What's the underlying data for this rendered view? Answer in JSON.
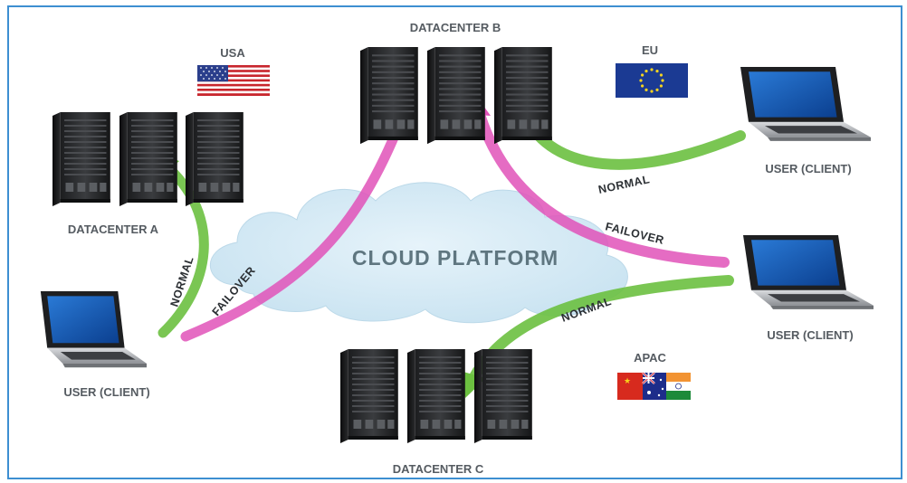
{
  "diagram": {
    "cloud_label": "CLOUD PLATFORM",
    "datacenters": {
      "a": "DATACENTER A",
      "b": "DATACENTER B",
      "c": "DATACENTER C"
    },
    "regions": {
      "usa": "USA",
      "eu": "EU",
      "apac": "APAC"
    },
    "clients": {
      "left": "USER (CLIENT)",
      "top_right": "USER (CLIENT)",
      "bottom_right": "USER (CLIENT)"
    },
    "flows": {
      "left_normal": "NORMAL",
      "left_failover": "FAILOVER",
      "top_right_normal": "NORMAL",
      "right_failover": "FAILOVER",
      "bottom_right_normal": "NORMAL"
    },
    "colors": {
      "normal": "#6cc040",
      "failover": "#e052b8",
      "frame": "#3d8fd1",
      "cloud": "#d4eaf5"
    }
  }
}
